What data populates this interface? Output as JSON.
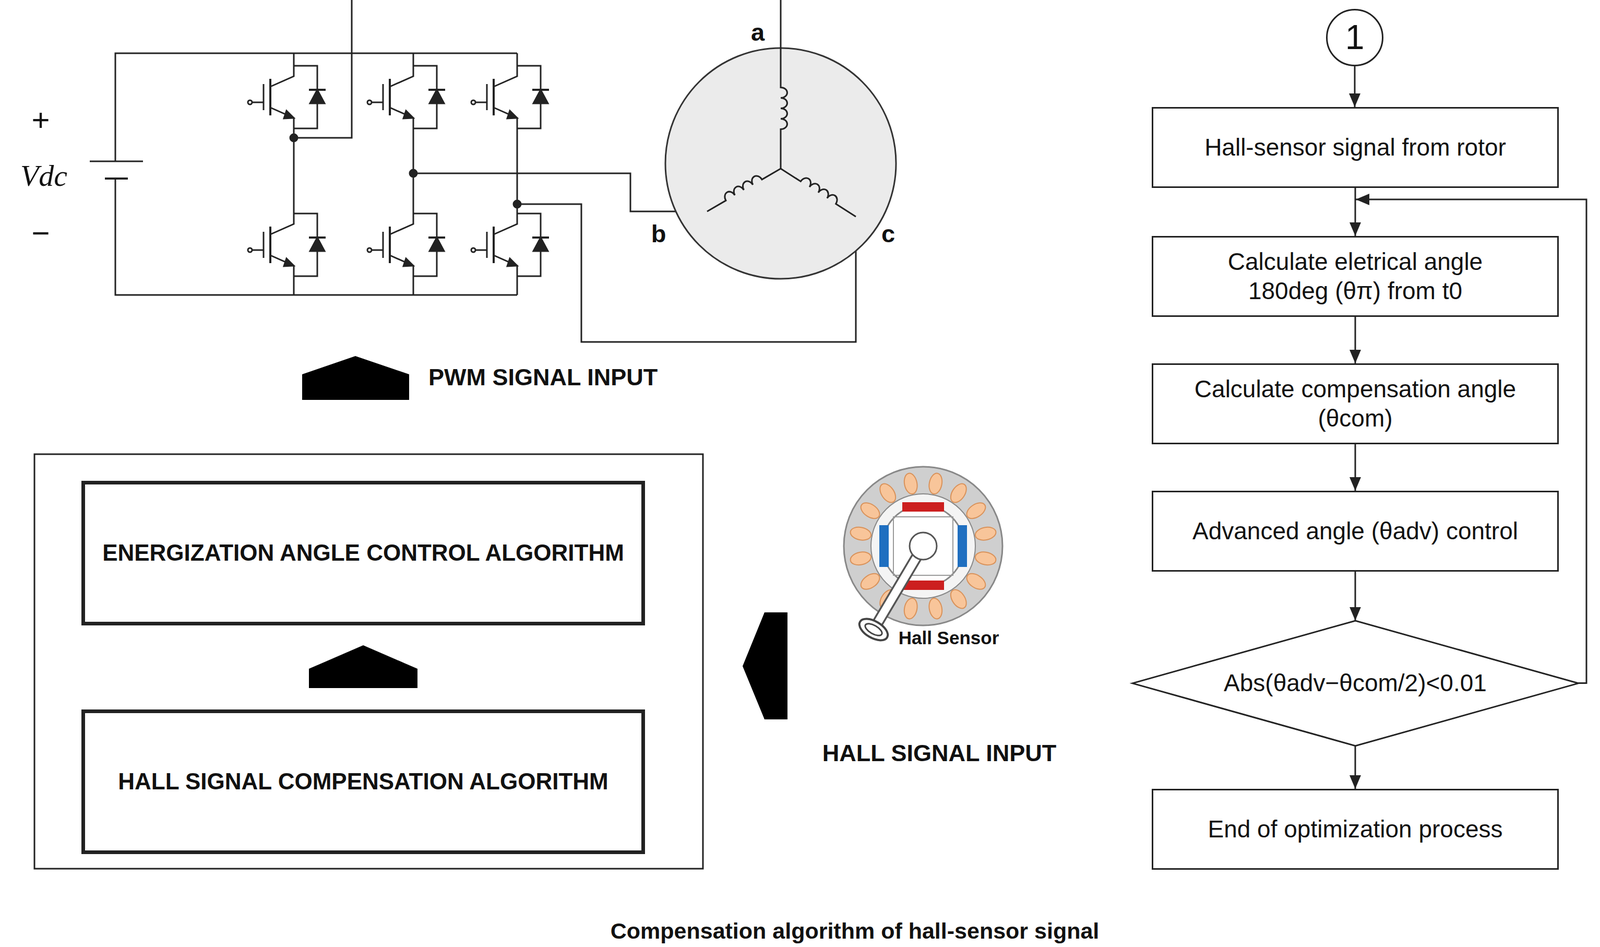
{
  "diagram": {
    "caption": "Compensation algorithm of hall-sensor signal",
    "nodes": [
      {
        "text": [
          "ENERGIZATION ANGLE CONTROL ALGORITHM"
        ]
      },
      {
        "text": [
          "HALL SIGNAL COMPENSATION ALGORITHM"
        ]
      },
      {
        "text": [
          "1"
        ]
      },
      {
        "text": [
          "Hall-sensor signal from rotor"
        ]
      },
      {
        "text": [
          "Calculate eletrical angle 180deg (θπ) from t0"
        ]
      },
      {
        "text": [
          "Calculate compensation angle (θcom)"
        ]
      },
      {
        "text": [
          "Advanced angle (θadv) control"
        ]
      },
      {
        "text": [
          "Abs(θadv−θcom/2)<0.01"
        ]
      },
      {
        "text": [
          "End of optimization process"
        ]
      }
    ],
    "edges": [
      {
        "from": 1,
        "to": 0,
        "arrow": "to"
      },
      {
        "from": 2,
        "to": 3,
        "arrow": "to"
      },
      {
        "from": 3,
        "to": 4,
        "arrow": "to"
      },
      {
        "from": 4,
        "to": 5,
        "arrow": "to"
      },
      {
        "from": 5,
        "to": 6,
        "arrow": "to"
      },
      {
        "from": 6,
        "to": 7,
        "arrow": "to"
      },
      {
        "from": 7,
        "to": 8,
        "arrow": "to"
      },
      {
        "from": 7,
        "to": 4,
        "arrow": "to"
      }
    ],
    "labels": [
      "+",
      "−",
      "Vdc",
      "a",
      "b",
      "c",
      "PWM SIGNAL INPUT",
      "Hall Sensor",
      "HALL SIGNAL INPUT"
    ]
  }
}
